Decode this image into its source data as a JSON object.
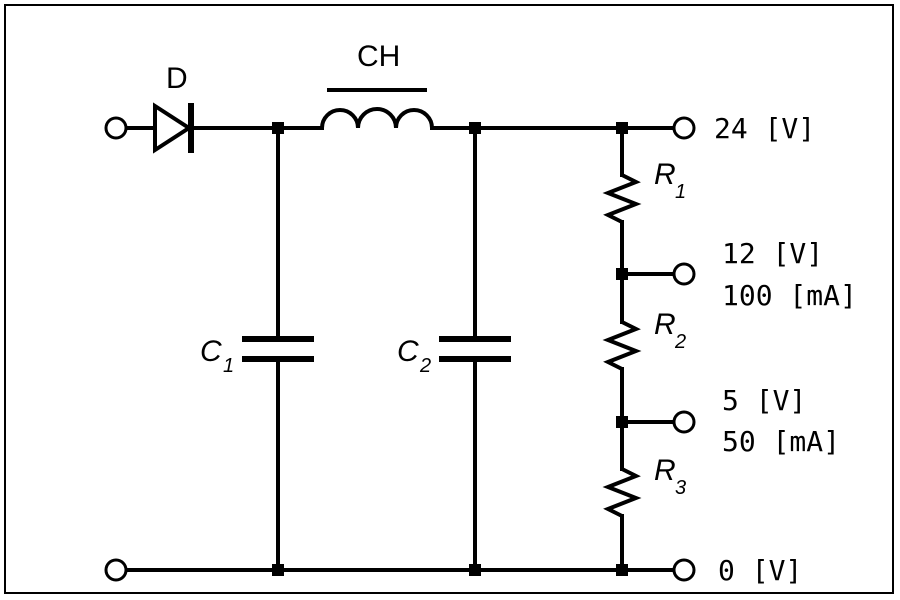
{
  "components": {
    "diode": "D",
    "choke": "CH",
    "c1": {
      "letter": "C",
      "sub": "1"
    },
    "c2": {
      "letter": "C",
      "sub": "2"
    },
    "r1": {
      "letter": "R",
      "sub": "1"
    },
    "r2": {
      "letter": "R",
      "sub": "2"
    },
    "r3": {
      "letter": "R",
      "sub": "3"
    }
  },
  "outputs": {
    "out24": "24 [V]",
    "out12": "12 [V]",
    "out12_current": "100 [mA]",
    "out5": "5 [V]",
    "out5_current": "50 [mA]",
    "out0": "0 [V]"
  }
}
